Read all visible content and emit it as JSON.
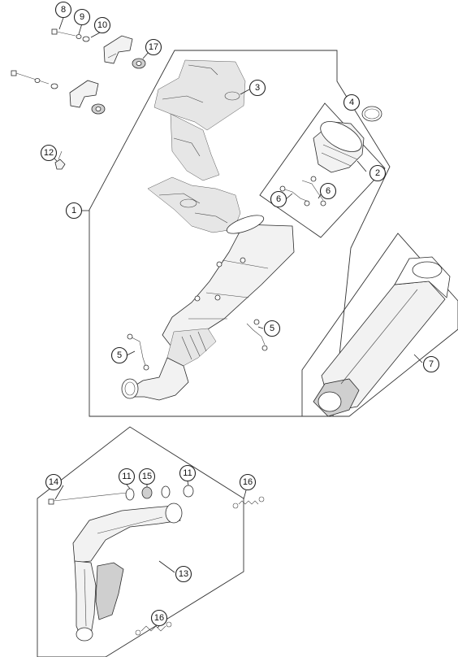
{
  "callouts": {
    "c1": "1",
    "c2": "2",
    "c3": "3",
    "c4": "4",
    "c5a": "5",
    "c5b": "5",
    "c6a": "6",
    "c6b": "6",
    "c7": "7",
    "c8": "8",
    "c9": "9",
    "c10": "10",
    "c11a": "11",
    "c11b": "11",
    "c12": "12",
    "c13": "13",
    "c14": "14",
    "c15": "15",
    "c16a": "16",
    "c16b": "16",
    "c17": "17"
  }
}
